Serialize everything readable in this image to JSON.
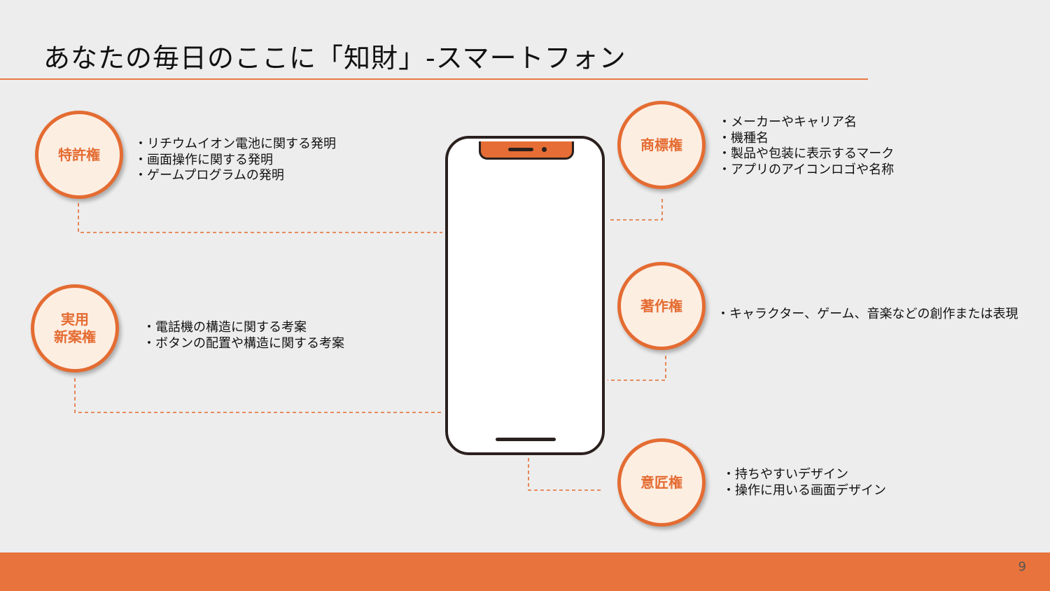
{
  "title": "あなたの毎日のここに「知財」-スマートフォン",
  "colors": {
    "accent": "#e46c32",
    "circle_fill": "#fdeee2",
    "background": "#ededed",
    "footer": "#e8733c"
  },
  "rights": [
    {
      "id": "patent",
      "label_lines": [
        "特許権"
      ],
      "items": [
        "・リチウムイオン電池に関する発明",
        "・画面操作に関する発明",
        "・ゲームプログラムの発明"
      ]
    },
    {
      "id": "utility-model",
      "label_lines": [
        "実用",
        "新案権"
      ],
      "items": [
        "・電話機の構造に関する考案",
        "・ボタンの配置や構造に関する考案"
      ]
    },
    {
      "id": "trademark",
      "label_lines": [
        "商標権"
      ],
      "items": [
        "・メーカーやキャリア名",
        "・機種名",
        "・製品や包装に表示するマーク",
        "・アプリのアイコンロゴや名称"
      ]
    },
    {
      "id": "copyright",
      "label_lines": [
        "著作権"
      ],
      "items": [
        "・キャラクター、ゲーム、音楽などの創作または表現"
      ]
    },
    {
      "id": "design",
      "label_lines": [
        "意匠権"
      ],
      "items": [
        "・持ちやすいデザイン",
        "・操作に用いる画面デザイン"
      ]
    }
  ],
  "page_number": "9"
}
